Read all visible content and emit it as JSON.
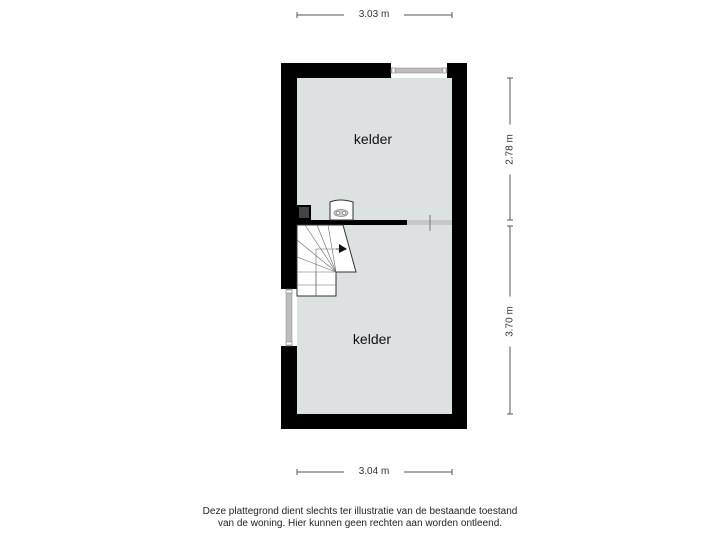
{
  "floorplan": {
    "rooms": [
      {
        "id": "room-top",
        "label": "kelder"
      },
      {
        "id": "room-bottom",
        "label": "kelder"
      }
    ],
    "dimensions": {
      "top_width": "3.03 m",
      "bottom_width": "3.04 m",
      "right_upper_height": "2.78 m",
      "right_lower_height": "3.70 m"
    },
    "colors": {
      "wall": "#000000",
      "floor": "#dce1e1",
      "window": "#bdbdbd",
      "dimension_line": "#555555"
    }
  },
  "disclaimer": {
    "line1": "Deze plattegrond dient slechts ter illustratie van de bestaande toestand",
    "line2": "van de woning. Hier kunnen geen rechten aan worden ontleend."
  }
}
